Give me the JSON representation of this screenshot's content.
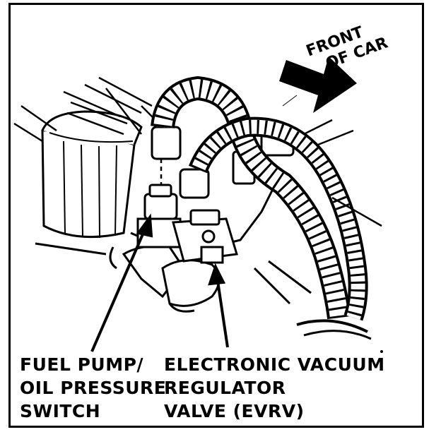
{
  "orientation": {
    "line1": "FRONT",
    "line2": "OF CAR"
  },
  "callouts": {
    "fuel_pump_switch": {
      "line1": "FUEL PUMP/",
      "line2": "OIL PRESSURE",
      "line3": "SWITCH"
    },
    "evrv": {
      "line1": "ELECTRONIC VACUUM",
      "line2": "REGULATOR",
      "line3": "VALVE (EVRV)"
    }
  }
}
